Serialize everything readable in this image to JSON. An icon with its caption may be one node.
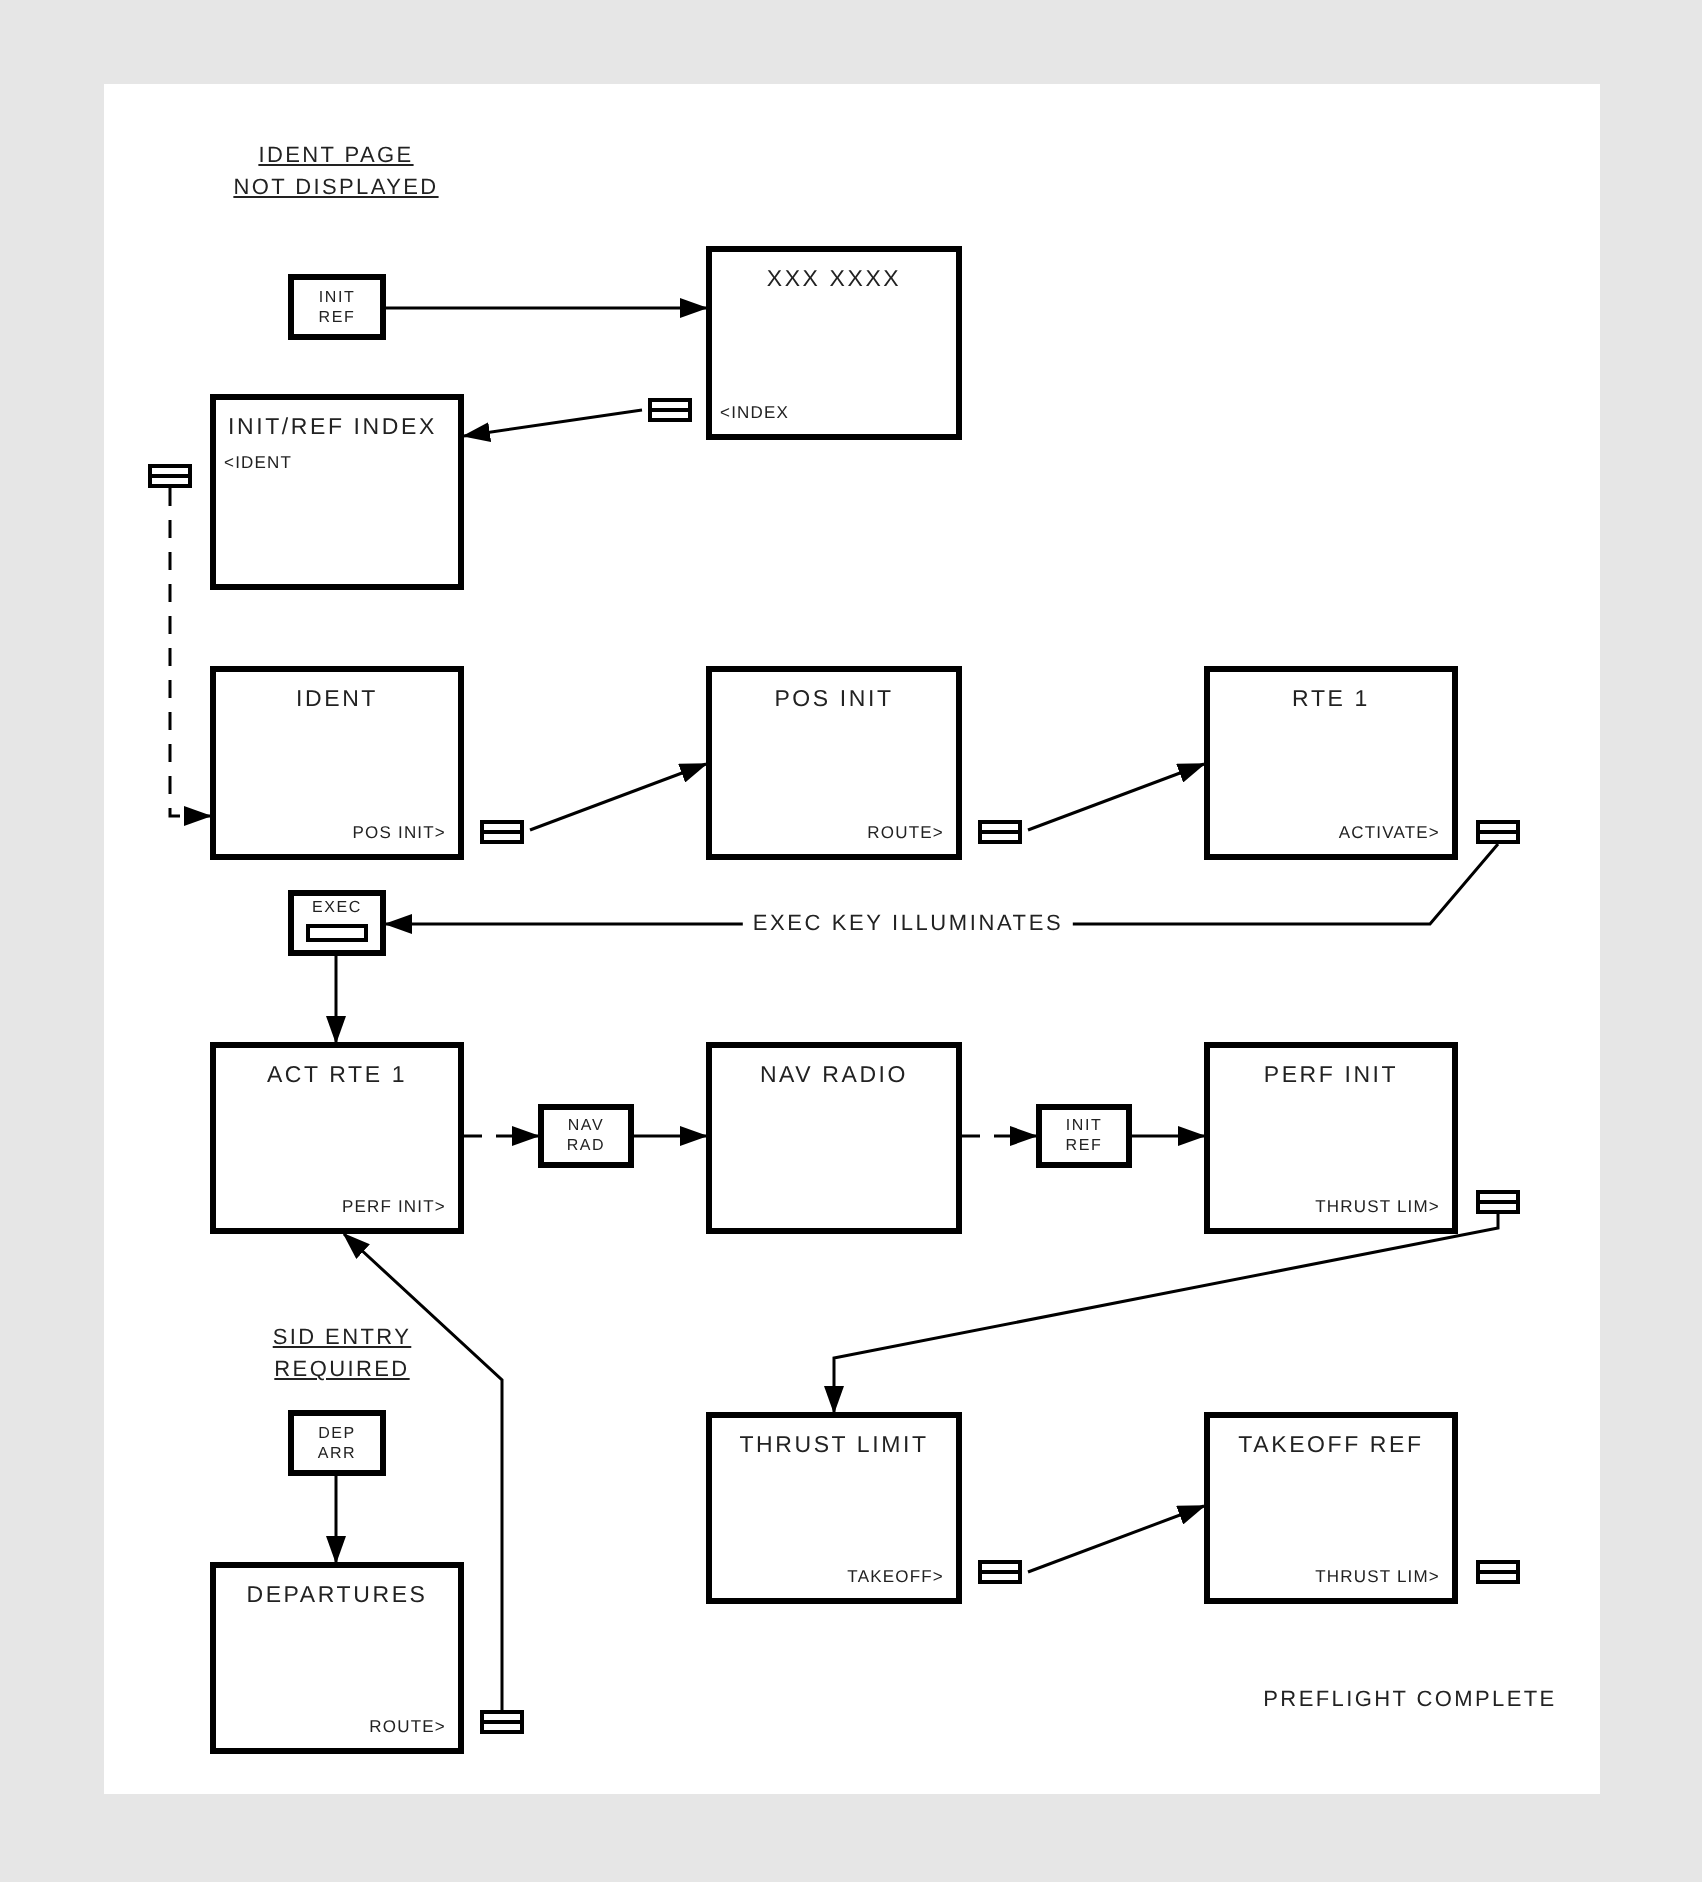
{
  "diagram": {
    "nodes": [
      {
        "text": [
          "INIT REF"
        ]
      },
      {
        "text": [
          "XXX XXXX",
          "<INDEX"
        ]
      },
      {
        "text": [],
        "shape": "box"
      },
      {
        "text": [],
        "shape": "box"
      },
      {
        "text": [
          "INIT/REF INDEX",
          "<IDENT"
        ]
      },
      {
        "text": [
          "IDENT",
          "POS INIT>"
        ]
      },
      {
        "text": [],
        "shape": "box"
      },
      {
        "text": [
          "POS INIT",
          "ROUTE>"
        ]
      },
      {
        "text": [],
        "shape": "box"
      },
      {
        "text": [
          "RTE 1",
          "ACTIVATE>"
        ]
      },
      {
        "text": [],
        "shape": "box"
      },
      {
        "text": [
          "EXEC"
        ]
      },
      {
        "text": [
          "ACT RTE 1",
          "PERF INIT>"
        ]
      },
      {
        "text": [
          "NAV RAD"
        ]
      },
      {
        "text": [
          "NAV RADIO"
        ]
      },
      {
        "text": [
          "INIT REF"
        ]
      },
      {
        "text": [
          "PERF INIT",
          "THRUST LIM>"
        ]
      },
      {
        "text": [],
        "shape": "box"
      },
      {
        "text": [
          "THRUST LIMIT",
          "TAKEOFF>"
        ]
      },
      {
        "text": [],
        "shape": "box"
      },
      {
        "text": [
          "TAKEOFF REF",
          "THRUST LIM>"
        ]
      },
      {
        "text": [],
        "shape": "box"
      },
      {
        "text": [
          "DEP ARR"
        ]
      },
      {
        "text": [
          "DEPARTURES",
          "ROUTE>"
        ]
      },
      {
        "text": [],
        "shape": "box"
      }
    ],
    "edges": [
      {
        "from": 0,
        "to": 1,
        "arrow": "to"
      },
      {
        "from": 2,
        "to": 4,
        "arrow": "to"
      },
      {
        "from": 3,
        "to": 5,
        "arrow": "to",
        "style": "dashed"
      },
      {
        "from": 6,
        "to": 7,
        "arrow": "to"
      },
      {
        "from": 8,
        "to": 9,
        "arrow": "to"
      },
      {
        "from": 10,
        "to": 11,
        "arrow": "to",
        "label": "EXEC KEY ILLUMINATES"
      },
      {
        "from": 11,
        "to": 12,
        "arrow": "to"
      },
      {
        "from": 12,
        "to": 13,
        "arrow": "to",
        "style": "dashed"
      },
      {
        "from": 13,
        "to": 14,
        "arrow": "to"
      },
      {
        "from": 14,
        "to": 15,
        "arrow": "to",
        "style": "dashed"
      },
      {
        "from": 15,
        "to": 16,
        "arrow": "to"
      },
      {
        "from": 17,
        "to": 18,
        "arrow": "to"
      },
      {
        "from": 19,
        "to": 20,
        "arrow": "to"
      },
      {
        "from": 22,
        "to": 23,
        "arrow": "to"
      },
      {
        "from": 24,
        "to": 12,
        "arrow": "to"
      }
    ],
    "labels": [
      "IDENT PAGE NOT DISPLAYED",
      "SID ENTRY REQUIRED",
      "PREFLIGHT COMPLETE"
    ]
  }
}
